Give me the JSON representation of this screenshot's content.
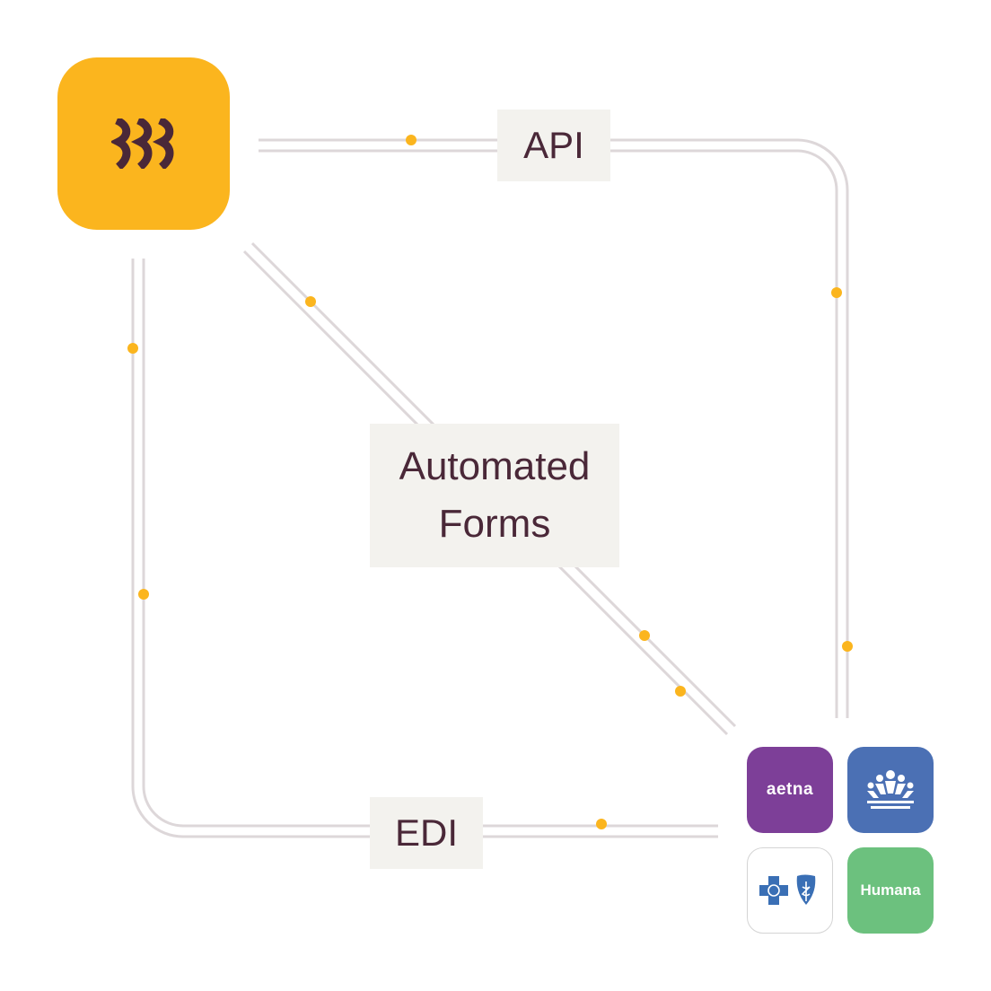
{
  "labels": {
    "api": "API",
    "automated_forms_line1": "Automated",
    "automated_forms_line2": "Forms",
    "edi": "EDI"
  },
  "payers": {
    "aetna": "aetna",
    "humana": "Humana"
  },
  "icons": {
    "hub": "wave-logo-icon",
    "kaiser": "kaiser-logo-icon",
    "bcbs": "bcbs-cross-shield-icon"
  },
  "colors": {
    "hub": "#fbb51e",
    "label_text": "#4a2838",
    "label_bg": "#f3f2ee",
    "track": "#ddd7d9",
    "packet": "#fbb51e",
    "aetna": "#7d3f98",
    "kaiser": "#4b70b4",
    "humana": "#6cc17e"
  }
}
